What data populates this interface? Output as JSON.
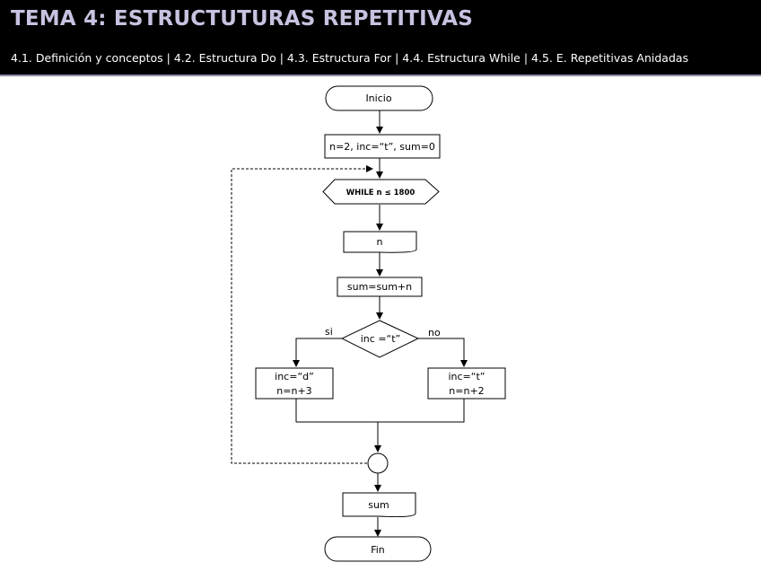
{
  "header": {
    "title": "TEMA 4: ESTRUCTUTURAS REPETITIVAS",
    "nav": "4.1. Definición y conceptos | 4.2. Estructura Do | 4.3. Estructura For | 4.4. Estructura While | 4.5. E. Repetitivas Anidadas"
  },
  "flowchart": {
    "start": "Inicio",
    "init": "n=2, inc=“t”, sum=0",
    "loop": "WHILE n ≤ 1800",
    "output_n": "n",
    "process_sum": "sum=sum+n",
    "decision": "inc =“t”",
    "branch_yes": "si",
    "branch_no": "no",
    "yes_line1": "inc=“d”",
    "yes_line2": "n=n+3",
    "no_line1": "inc=“t”",
    "no_line2": "n=n+2",
    "output_sum": "sum",
    "end": "Fin"
  }
}
